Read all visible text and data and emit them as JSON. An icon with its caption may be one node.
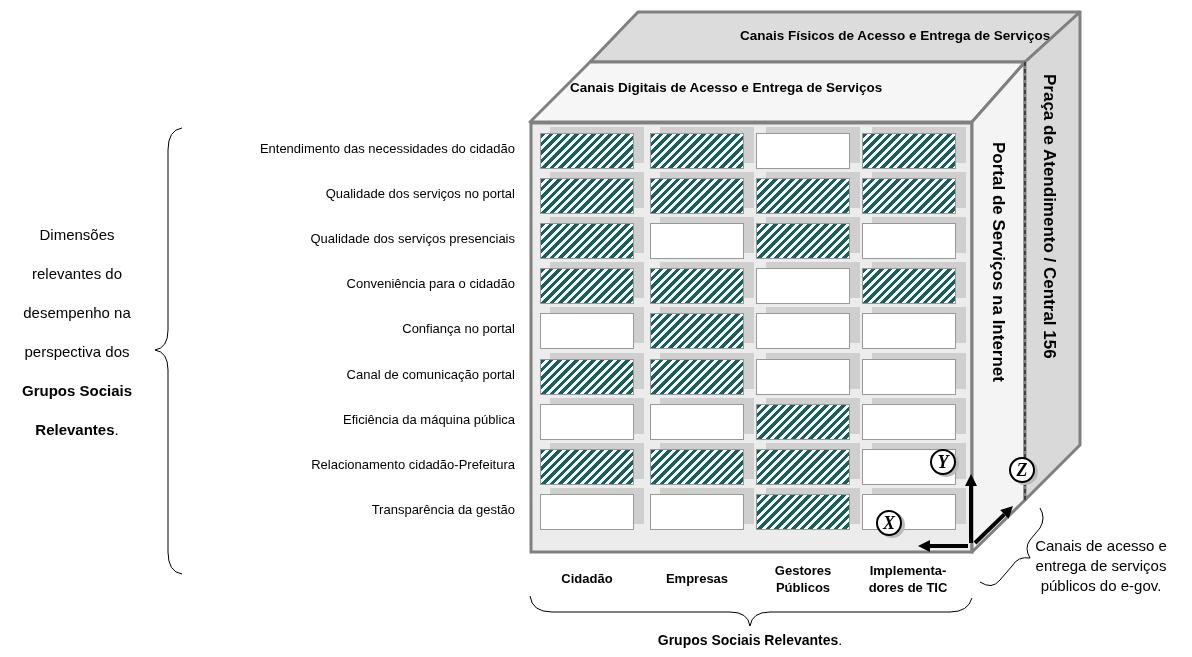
{
  "diagram": {
    "nodes": [
      {
        "text": [
          "Canais Físicos de Acesso e Entrega de Serviços"
        ]
      },
      {
        "text": [
          "Canais Digitais de Acesso e Entrega de Serviços"
        ]
      },
      {
        "text": [
          "Portal de Serviços na Internet"
        ]
      },
      {
        "text": [
          "Praça de Atendimento / Central 156"
        ]
      },
      {
        "text": [
          "Y"
        ]
      },
      {
        "text": [
          "Z"
        ]
      },
      {
        "text": [
          "X"
        ]
      }
    ],
    "labels": [
      "Entendimento das necessidades do cidadão",
      "Qualidade dos serviços no portal",
      "Qualidade dos serviços presenciais",
      "Conveniência para o cidadão",
      "Confiança no portal",
      "Canal de comunicação portal",
      "Eficiência da máquina pública",
      "Relacionamento cidadão-Prefeitura",
      "Transparência da gestão",
      "Dimensões relevantes do desempenho na perspectiva dos **Grupos Sociais Relevantes**.",
      "Cidadão",
      "Empresas",
      "Gestores Públicos",
      "Implementa-dores de TIC",
      "Canais de acesso e entrega de serviços públicos do e-gov.",
      "**Grupos Sociais Relevantes**."
    ]
  }
}
